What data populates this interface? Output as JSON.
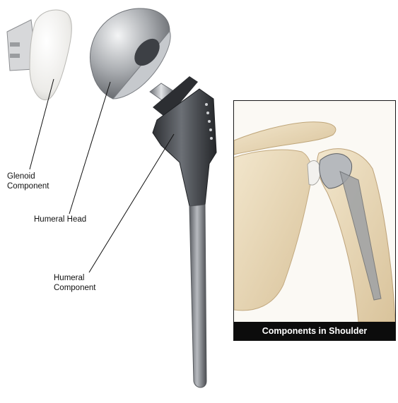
{
  "labels": {
    "glenoid": [
      "Glenoid",
      "Component"
    ],
    "humeral_head": "Humeral Head",
    "humeral_component": [
      "Humeral",
      "Component"
    ]
  },
  "inset": {
    "caption": "Components in Shoulder"
  },
  "colors": {
    "metal_dark": "#3a3d41",
    "metal_light": "#d9dbde",
    "bone": "#ead9b8",
    "poly_white": "#f3f3f1",
    "caption_bg": "#0c0c0c"
  }
}
